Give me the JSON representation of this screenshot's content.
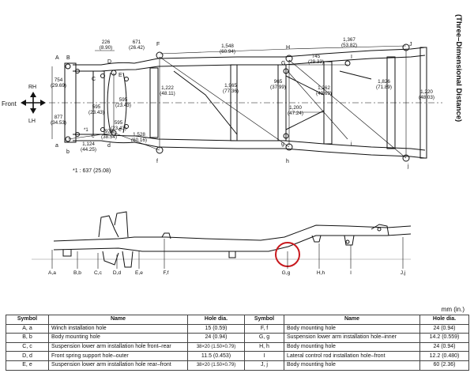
{
  "diagram": {
    "title": "(Three–Dimensional Distance)",
    "direction": {
      "front": "Front",
      "rh": "RH",
      "lh": "LH"
    },
    "footnote": "*1 : 637 (25.08)",
    "top_points": {
      "A": "A",
      "a": "a",
      "B": "B",
      "b": "b",
      "C": "C",
      "c": "c",
      "D": "D",
      "d": "d",
      "E": "E",
      "e": "e",
      "F": "F",
      "f": "f",
      "G": "G",
      "g": "g",
      "H": "H",
      "h": "h",
      "I": "I",
      "i": "i",
      "J": "J",
      "j": "j",
      "star1": "*1"
    },
    "dims": {
      "d226": [
        "226",
        "(8.90)"
      ],
      "d671": [
        "671",
        "(26.42)"
      ],
      "d1548": [
        "1,548",
        "(60.94)"
      ],
      "d1367": [
        "1,367",
        "(53.82)"
      ],
      "d745": [
        "745",
        "(29.33)"
      ],
      "d754": [
        "754",
        "(29.69)"
      ],
      "d877": [
        "877",
        "(34.53)"
      ],
      "d595a": [
        "595",
        "(23.43)"
      ],
      "d595b": [
        "595",
        "(23.43)"
      ],
      "d595c": [
        "595",
        "(23.43)"
      ],
      "d1124": [
        "1,124",
        "(44.25)"
      ],
      "d978": [
        "978",
        "(38.54)"
      ],
      "d1528": [
        "1,528",
        "(60.16)"
      ],
      "d1222": [
        "1,222",
        "(48.11)"
      ],
      "d1965": [
        "1,965",
        "(77.36)"
      ],
      "d965": [
        "965",
        "(37.99)"
      ],
      "d1262": [
        "1,262",
        "(49.69)"
      ],
      "d1200": [
        "1,200",
        "(47.24)"
      ],
      "d1826": [
        "1,826",
        "(71.89)"
      ],
      "d1220": [
        "1,220",
        "(48.03)"
      ]
    },
    "side_labels": {
      "Aa": "A,a",
      "Bb": "B,b",
      "Cc": "C,c",
      "Dd": "D,d",
      "Ee": "E,e",
      "Ff": "F,f",
      "Gg": "G,g",
      "Hh": "H,h",
      "I": "I",
      "Jj": "J,j"
    }
  },
  "units_note": "mm (in.)",
  "table": {
    "headers": [
      "Symbol",
      "Name",
      "Hole dia.",
      "Symbol",
      "Name",
      "Hole dia."
    ],
    "rows": [
      [
        "A, a",
        "Winch installation hole",
        "15 (0.59)",
        "F, f",
        "Body mounting hole",
        "24 (0.94)"
      ],
      [
        "B, b",
        "Body mounting hole",
        "24 (0.94)",
        "G, g",
        "Suspension lower arm installation hole–inner",
        "14.2 (0.559)"
      ],
      [
        "C, c",
        "Suspension lower arm installation hole front–rear",
        "38×20 (1.50×0.79)",
        "H, h",
        "Body mounting hole",
        "24 (0.94)"
      ],
      [
        "D, d",
        "Front spring support hole–outer",
        "11.5 (0.453)",
        "I",
        "Lateral control rod installation hole–front",
        "12.2 (0.480)"
      ],
      [
        "E, e",
        "Suspension lower arm installation hole rear–front",
        "38×20 (1.50×0.79)",
        "J, j",
        "Body mounting hole",
        "60 (2.36)"
      ]
    ]
  }
}
